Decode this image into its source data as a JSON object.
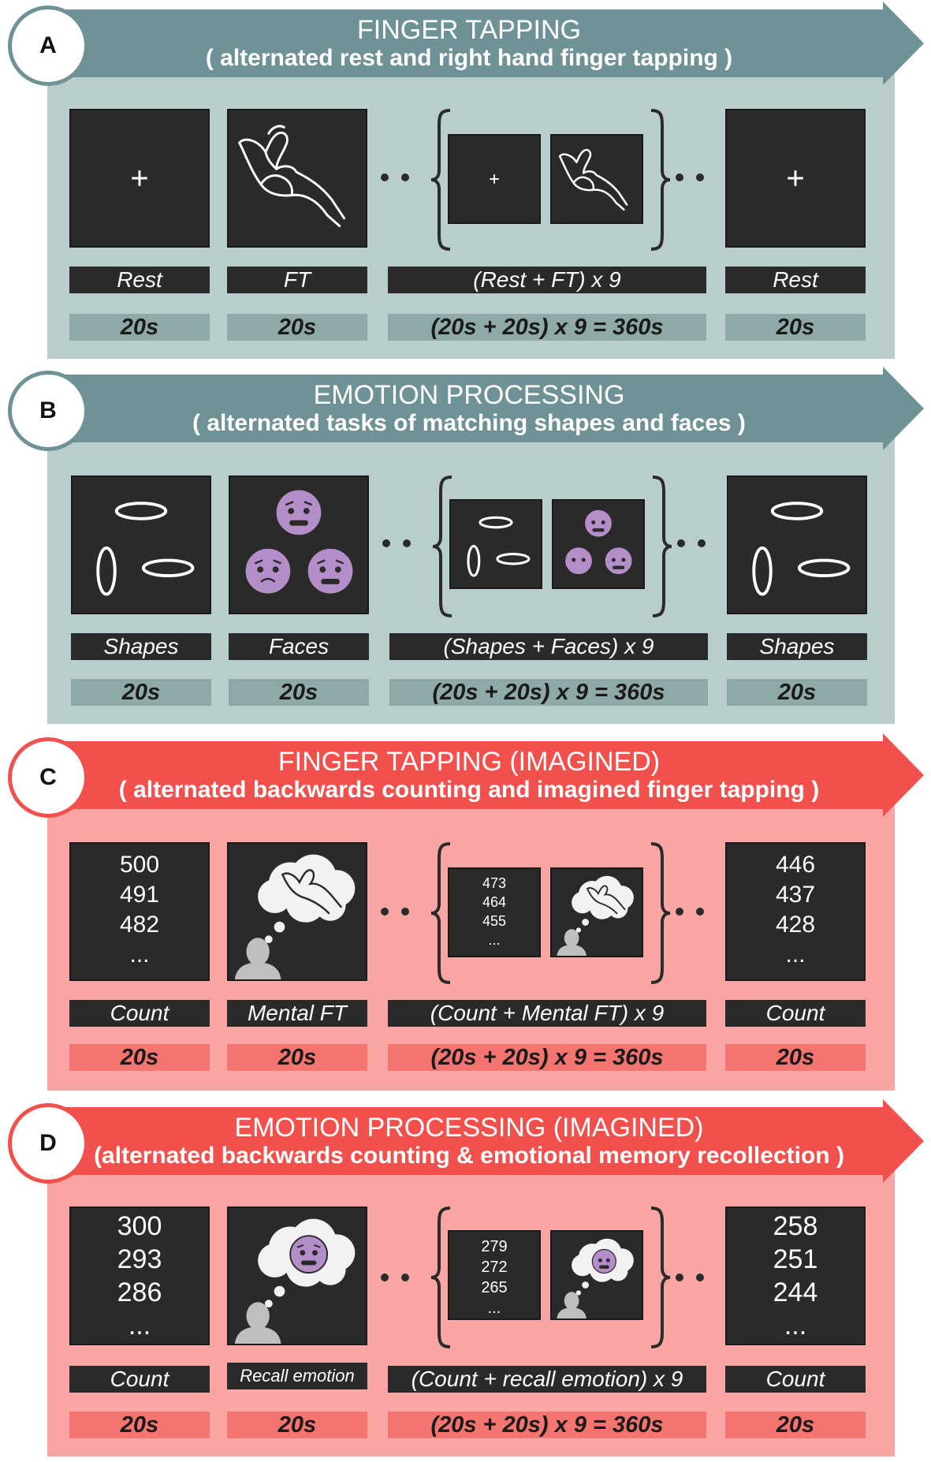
{
  "colors": {
    "teal_arrow": "#6f9296",
    "teal_bg": "#b8cdcc",
    "teal_dur": "#8fa9a8",
    "red_arrow": "#f2504c",
    "red_bg": "#f8a5a3",
    "red_dur": "#f47470",
    "screen": "#2a2a2a",
    "face_purple": "#b48ec8"
  },
  "panels": [
    {
      "letter": "A",
      "title": "FINGER TAPPING",
      "subtitle": "( alternated rest and right hand finger tapping )",
      "labels": [
        "Rest",
        "FT",
        "(Rest + FT) x 9",
        "Rest"
      ],
      "durations": [
        "20s",
        "20s",
        "(20s + 20s) x 9 = 360s",
        "20s"
      ]
    },
    {
      "letter": "B",
      "title": "EMOTION PROCESSING",
      "subtitle": "( alternated tasks of matching shapes and faces )",
      "labels": [
        "Shapes",
        "Faces",
        "(Shapes + Faces) x 9",
        "Shapes"
      ],
      "durations": [
        "20s",
        "20s",
        "(20s + 20s) x 9 = 360s",
        "20s"
      ]
    },
    {
      "letter": "C",
      "title": "FINGER TAPPING (IMAGINED)",
      "subtitle": "( alternated backwards counting and imagined finger tapping )",
      "labels": [
        "Count",
        "Mental FT",
        "(Count + Mental FT) x 9",
        "Count"
      ],
      "durations": [
        "20s",
        "20s",
        "(20s + 20s) x 9 = 360s",
        "20s"
      ],
      "numbers_first": [
        "500",
        "491",
        "482",
        "..."
      ],
      "numbers_inner": [
        "473",
        "464",
        "455",
        "..."
      ],
      "numbers_last": [
        "446",
        "437",
        "428",
        "..."
      ]
    },
    {
      "letter": "D",
      "title": "EMOTION PROCESSING (IMAGINED)",
      "subtitle": "(alternated backwards counting & emotional memory recollection )",
      "labels": [
        "Count",
        "Recall emotion",
        "(Count + recall emotion) x 9",
        "Count"
      ],
      "durations": [
        "20s",
        "20s",
        "(20s + 20s) x 9 = 360s",
        "20s"
      ],
      "numbers_first": [
        "300",
        "293",
        "286",
        "..."
      ],
      "numbers_inner": [
        "279",
        "272",
        "265",
        "..."
      ],
      "numbers_last": [
        "258",
        "251",
        "244",
        "..."
      ]
    }
  ]
}
